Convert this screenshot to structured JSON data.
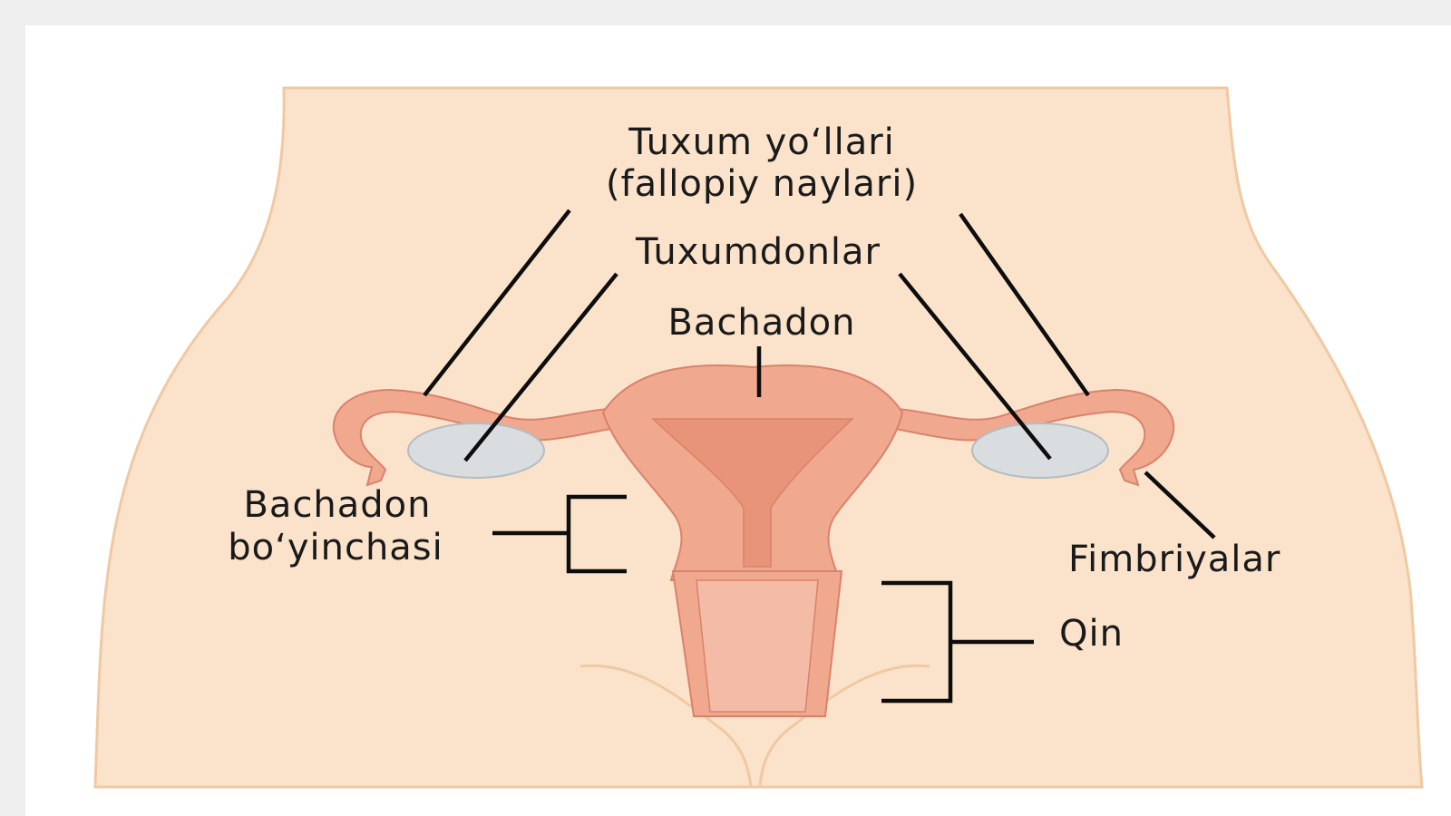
{
  "labels": {
    "fallopian_tubes_line1": "Tuxum yo‘llari",
    "fallopian_tubes_line2": "(fallopiy naylari)",
    "ovaries": "Tuxumdonlar",
    "uterus": "Bachadon",
    "cervix_line1": "Bachadon",
    "cervix_line2": "bo‘yinchasi",
    "fimbriae": "Fimbriyalar",
    "vagina": "Qin"
  },
  "colors": {
    "page_background": "#efefef",
    "card_background": "#ffffff",
    "skin": "#fbe3cb",
    "skin_outline": "#f0c9a2",
    "organ": "#f0a98f",
    "organ_outline": "#d9826a",
    "organ_inner": "#e79478",
    "ovary": "#d9dde0",
    "ovary_outline": "#b4bcc2",
    "text": "#1a1a1a",
    "leader_lines": "#0d0d0d"
  }
}
